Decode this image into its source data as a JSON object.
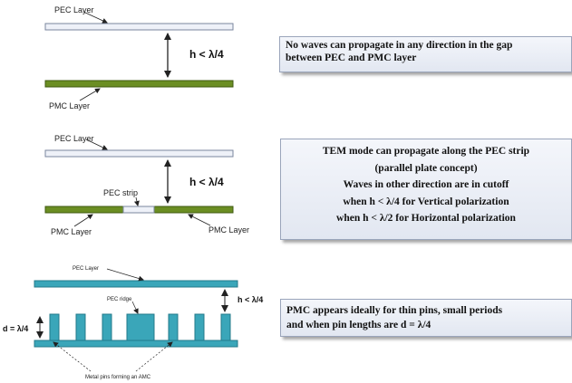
{
  "panel1": {
    "pec_label": "PEC Layer",
    "pmc_label": "PMC Layer",
    "gap_label": "h < λ/4",
    "description": [
      "No waves can propagate in any direction in the gap",
      "between PEC and PMC layer"
    ]
  },
  "panel2": {
    "pec_label": "PEC Layer",
    "strip_label": "PEC strip",
    "pmc_left_label": "PMC Layer",
    "pmc_right_label": "PMC Layer",
    "gap_label": "h < λ/4",
    "description": [
      "TEM mode  can propagate  along the PEC strip",
      "(parallel plate  concept)",
      "Waves in other direction  are in cutoff",
      "when h < λ/4 for Vertical polarization",
      "when h < λ/2 for Horizontal polarization"
    ]
  },
  "panel3": {
    "pec_label": "PEC Layer",
    "ridge_label": "PEC ridge",
    "gap_label": "h < λ/4",
    "pin_length_label": "d = λ/4",
    "pins_label": "Metal pins forming an AMC",
    "description": [
      "PMC  appears ideally for thin pins, small periods",
      "and when pin lengths are d = λ/4"
    ]
  },
  "colors": {
    "pec_fill": "#eef1f8",
    "pmc_fill": "#6b8e23",
    "strip_fill": "#eef1f8",
    "aqua": "#3aa6b9"
  }
}
